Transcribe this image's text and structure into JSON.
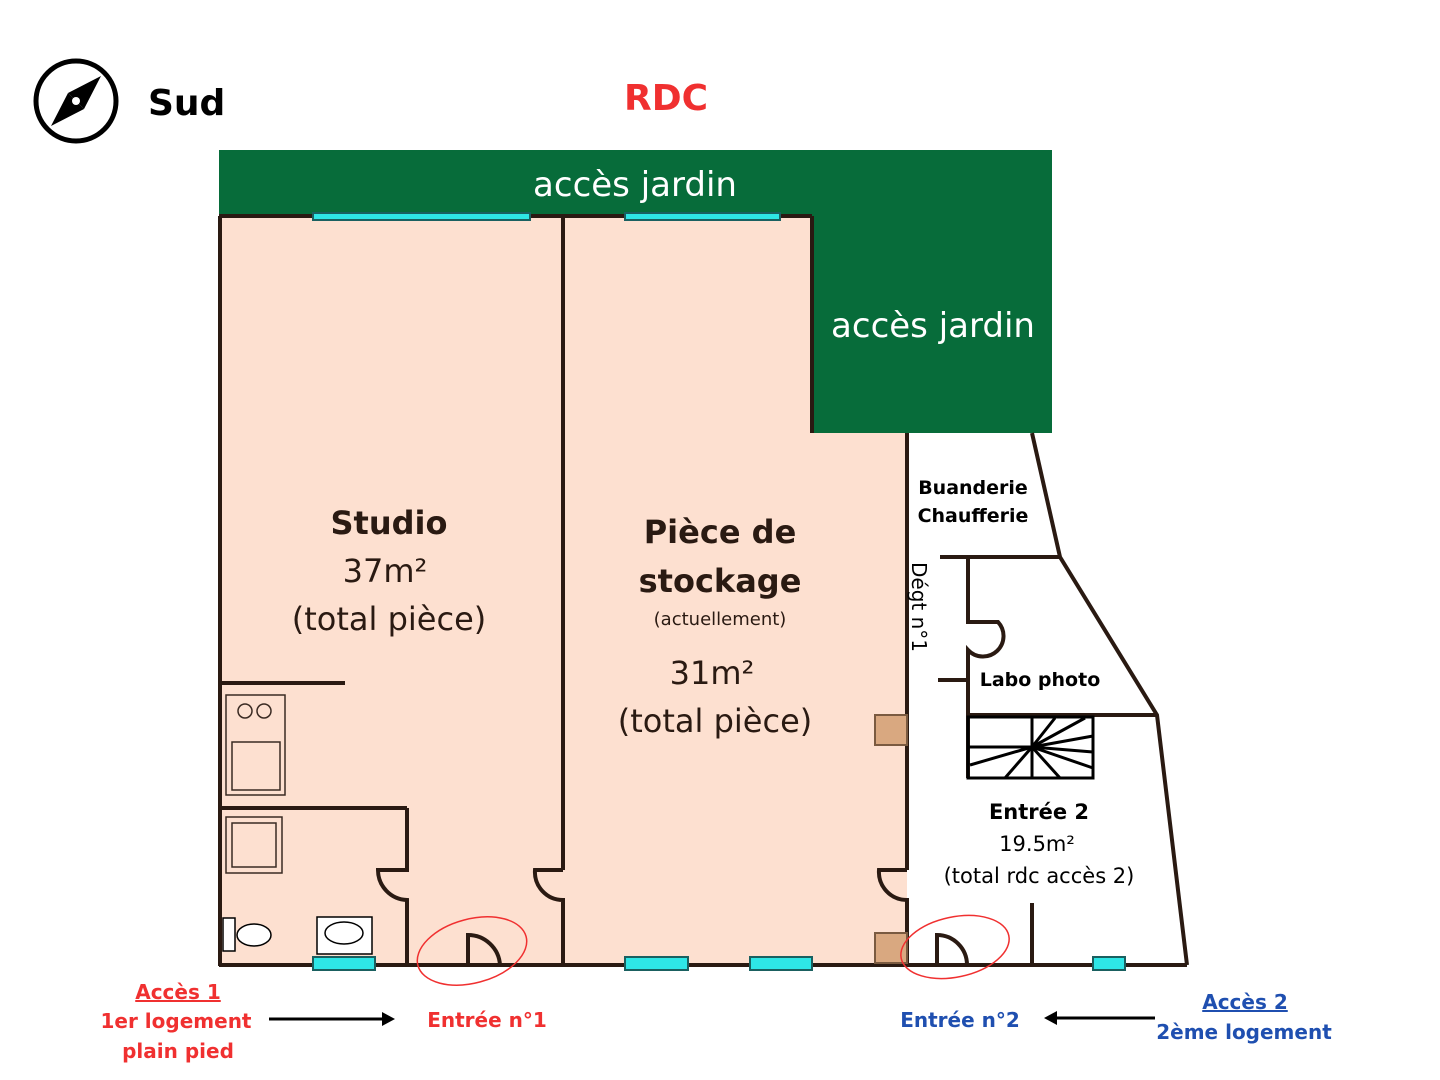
{
  "header": {
    "orientation": "Sud",
    "title": "RDC"
  },
  "garden": {
    "top_label": "accès jardin",
    "right_label": "accès jardin"
  },
  "rooms": {
    "studio": {
      "name": "Studio",
      "area": "37m²",
      "note": "(total pièce)"
    },
    "storage": {
      "name_line1": "Pièce de",
      "name_line2": "stockage",
      "sub": "(actuellement)",
      "area": "31m²",
      "note": "(total pièce)"
    },
    "laundry": {
      "line1": "Buanderie",
      "line2": "Chaufferie"
    },
    "corridor": {
      "name": "Dégt n°1"
    },
    "lab": {
      "name": "Labo photo"
    },
    "entry2": {
      "name": "Entrée 2",
      "area": "19.5m²",
      "note": "(total rdc accès 2)"
    }
  },
  "access": {
    "a1": {
      "title": "Accès 1",
      "line1": "1er logement",
      "line2": "plain pied",
      "entry": "Entrée n°1"
    },
    "a2": {
      "title": "Accès 2",
      "line1": "2ème logement",
      "entry": "Entrée n°2"
    }
  },
  "colors": {
    "garden": "#076c3a",
    "floor": "#fde0d0",
    "window": "#2ee6e6",
    "red": "#f03030",
    "blue": "#1f4fb0"
  }
}
